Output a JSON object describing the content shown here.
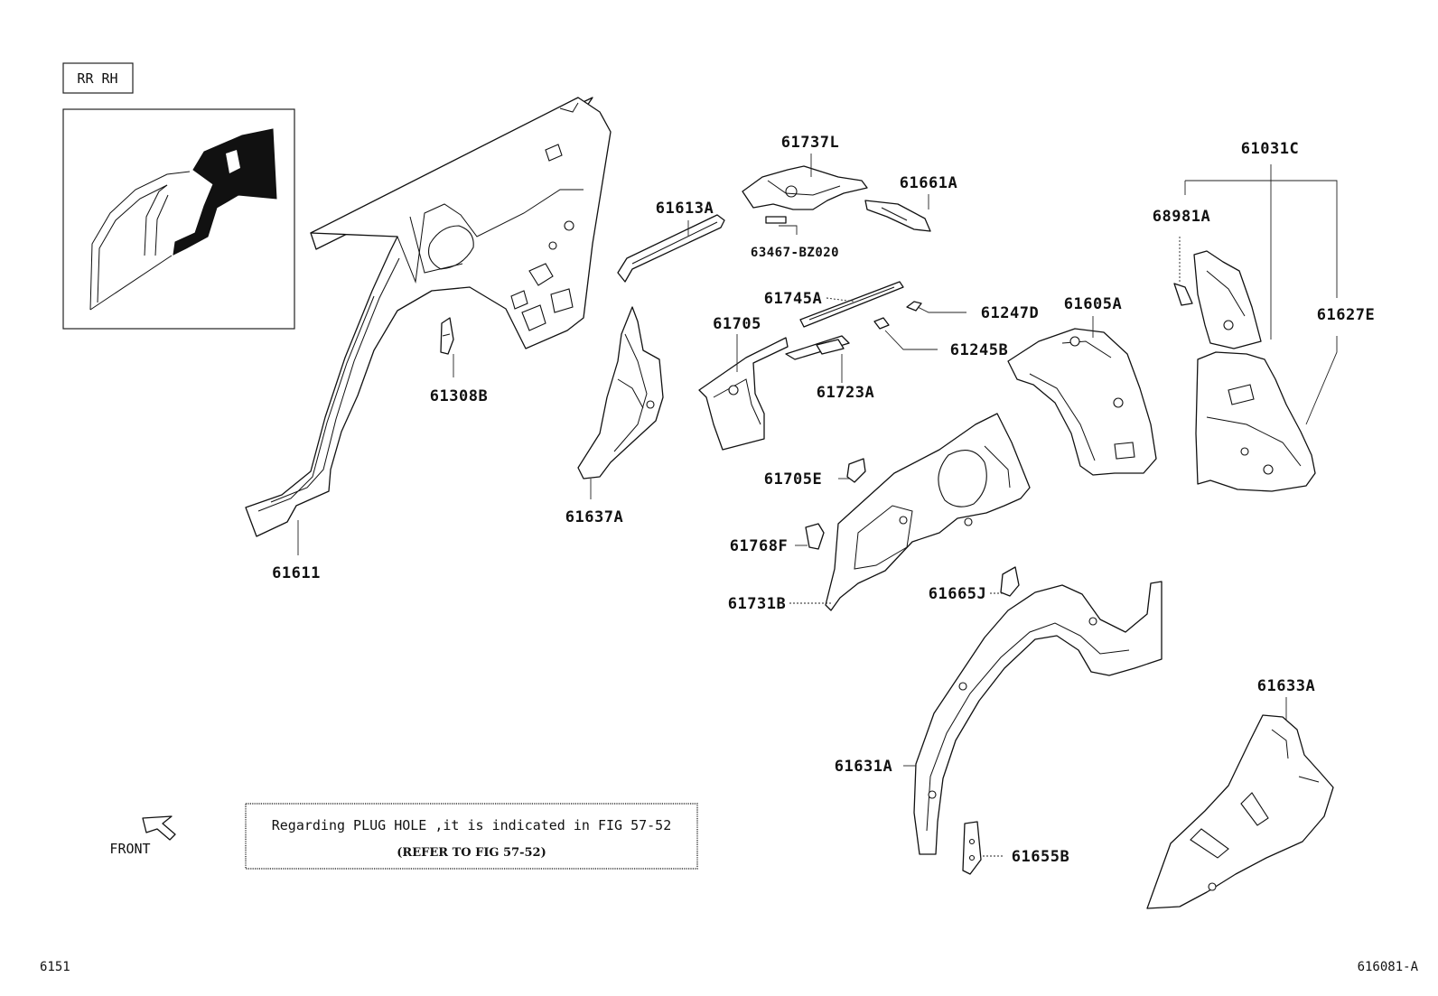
{
  "diagram": {
    "tag": "RR RH",
    "callouts": {
      "p61737L": "61737L",
      "p61661A": "61661A",
      "p63467": "63467-BZ020",
      "p61613A": "61613A",
      "p61031C": "61031C",
      "p68981A": "68981A",
      "p61745A": "61745A",
      "p61247D": "61247D",
      "p61605A": "61605A",
      "p61627E": "61627E",
      "p61705": "61705",
      "p61245B": "61245B",
      "p61308B": "61308B",
      "p61723A": "61723A",
      "p61705E": "61705E",
      "p61637A": "61637A",
      "p61768F": "61768F",
      "p61611": "61611",
      "p61731B": "61731B",
      "p61665J": "61665J",
      "p61633A": "61633A",
      "p61631A": "61631A",
      "p61655B": "61655B"
    },
    "front_label": "FRONT",
    "note_line1": "Regarding PLUG HOLE ,it is indicated in FIG 57-52",
    "note_line2": "(REFER TO FIG 57-52)",
    "code_left": "6151",
    "code_right": "616081-A"
  }
}
